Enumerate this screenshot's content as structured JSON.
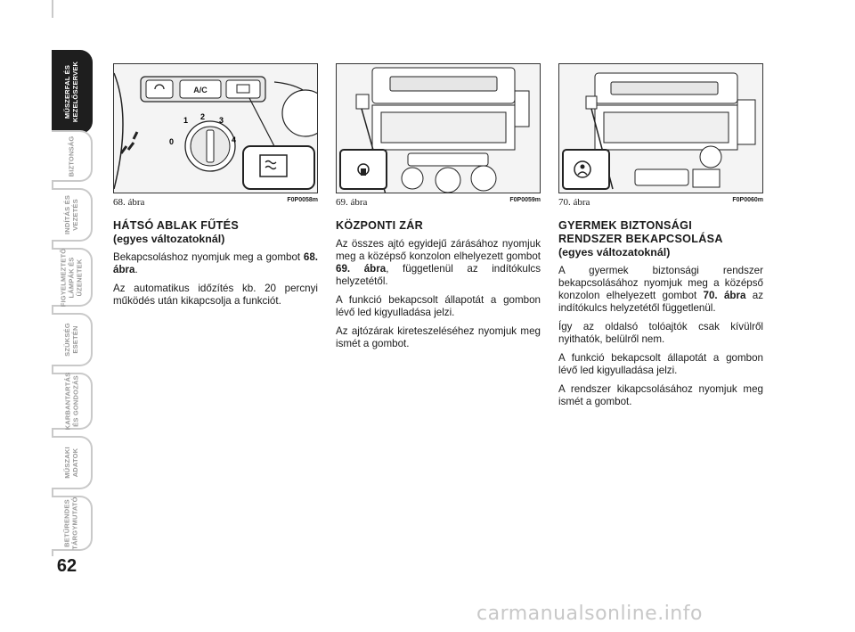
{
  "sidebar": {
    "tabs": [
      {
        "label": "MŰSZERFAL ÉS\nKEZELŐSZERVEK",
        "active": true
      },
      {
        "label": "BIZTONSÁG",
        "active": false
      },
      {
        "label": "INDÍTÁS ÉS\nVEZETÉS",
        "active": false
      },
      {
        "label": "FIGYELMEZTETŐ\nLÁMPÁK ÉS\nÜZENETEK",
        "active": false
      },
      {
        "label": "SZÜKSÉG\nESETÉN",
        "active": false
      },
      {
        "label": "KARBANTARTÁS\nÉS GONDOZÁS",
        "active": false
      },
      {
        "label": "MŰSZAKI\nADATOK",
        "active": false
      },
      {
        "label": "BETŰRENDES\nTÁRGYMUTATÓ",
        "active": false
      }
    ],
    "page_number": "62"
  },
  "figures": [
    {
      "caption": "68. ábra",
      "code": "F0P0058m",
      "ac_label": "A/C",
      "dial_numbers": [
        "0",
        "1",
        "2",
        "3",
        "4"
      ]
    },
    {
      "caption": "69. ábra",
      "code": "F0P0059m"
    },
    {
      "caption": "70. ábra",
      "code": "F0P0060m"
    }
  ],
  "sections": {
    "rear_window": {
      "title": "HÁTSÓ ABLAK FŰTÉS",
      "subtitle": "(egyes változatoknál)",
      "p1_a": "Bekapcsoláshoz nyomjuk meg a gombot ",
      "p1_bold": "68. ábra",
      "p1_b": ".",
      "p2": "Az automatikus időzítés kb. 20 percnyi működés után kikapcsolja a funkciót."
    },
    "central_lock": {
      "title": "KÖZPONTI ZÁR",
      "p1_a": "Az összes ajtó egyidejű zárásához nyomjuk meg a középső konzolon elhelyezett gombot ",
      "p1_bold": "69. ábra",
      "p1_b": ", függetlenül az indítókulcs helyzetétől.",
      "p2": "A funkció bekapcsolt állapotát a gombon lévő led kigyulladása jelzi.",
      "p3": "Az ajtózárak kireteszeléséhez nyomjuk meg ismét a gombot."
    },
    "child_lock": {
      "title_line1": "GYERMEK BIZTONSÁGI",
      "title_line2": "RENDSZER BEKAPCSOLÁSA",
      "subtitle": "(egyes változatoknál)",
      "p1_a": "A gyermek biztonsági rendszer bekapcsolásához nyomjuk meg a középső konzolon elhelyezett gombot ",
      "p1_bold": "70. ábra",
      "p1_b": " az indítókulcs helyzetétől függetlenül.",
      "p2": "Így az oldalsó tolóajtók csak kívülről nyithatók, belülről nem.",
      "p3": "A funkció bekapcsolt állapotát a gombon lévő led kigyulladása jelzi.",
      "p4": "A rendszer kikapcsolásához nyomjuk meg ismét a gombot."
    }
  },
  "watermark": "carmanualsonline.info"
}
